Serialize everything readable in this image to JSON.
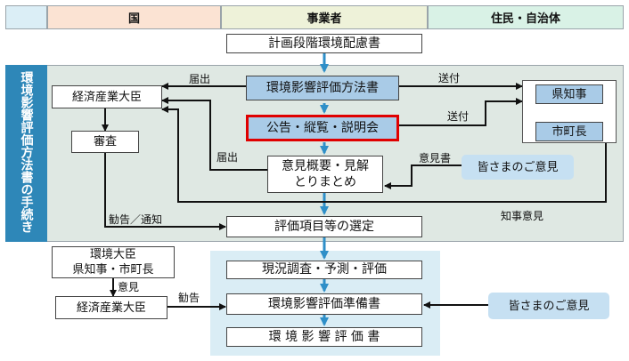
{
  "header": {
    "col_national": "国",
    "col_business": "事業者",
    "col_residents": "住民・自治体"
  },
  "side_title": "環境影響評価方法書の手続き",
  "boxes": {
    "plan_stage": "計画段階環境配慮書",
    "method_doc": "環境影響評価方法書",
    "public_notice": "公告・縦覧・説明会",
    "opinion_summary_1": "意見概要・見解",
    "opinion_summary_2": "とりまとめ",
    "item_selection": "評価項目等の選定",
    "survey": "現況調査・予測・評価",
    "prep_doc": "環境影響評価準備書",
    "final_doc": "環 境 影 響 評 価 書",
    "meti_minister": "経済産業大臣",
    "review": "審査",
    "governor": "県知事",
    "mayor": "市町長",
    "public_opinion": "皆さまのご意見",
    "env_minister_1": "環境大臣",
    "env_minister_2": "県知事・市町長",
    "meti_minister_2": "経済産業大臣",
    "public_opinion_2": "皆さまのご意見"
  },
  "labels": {
    "notify_1": "届出",
    "send_1": "送付",
    "send_2": "送付",
    "notify_2": "届出",
    "opinion_letter": "意見書",
    "recommend_notice": "勧告／通知",
    "governor_opinion": "知事意見",
    "opinion": "意見",
    "recommend": "勧告"
  },
  "colors": {
    "header_national": "#fbe3d3",
    "header_business": "#eef2d9",
    "header_residents": "#d9f2e6",
    "header_blank": "#dbeef6",
    "side_bar": "#2e87b8",
    "panel": "#dfe8e3",
    "lower_panel": "#daedf5",
    "blue_box": "#a9cbe7",
    "red_border": "#e00000",
    "opinion_box": "#c6e0f2",
    "arrow_blue": "#2f8fc8"
  }
}
